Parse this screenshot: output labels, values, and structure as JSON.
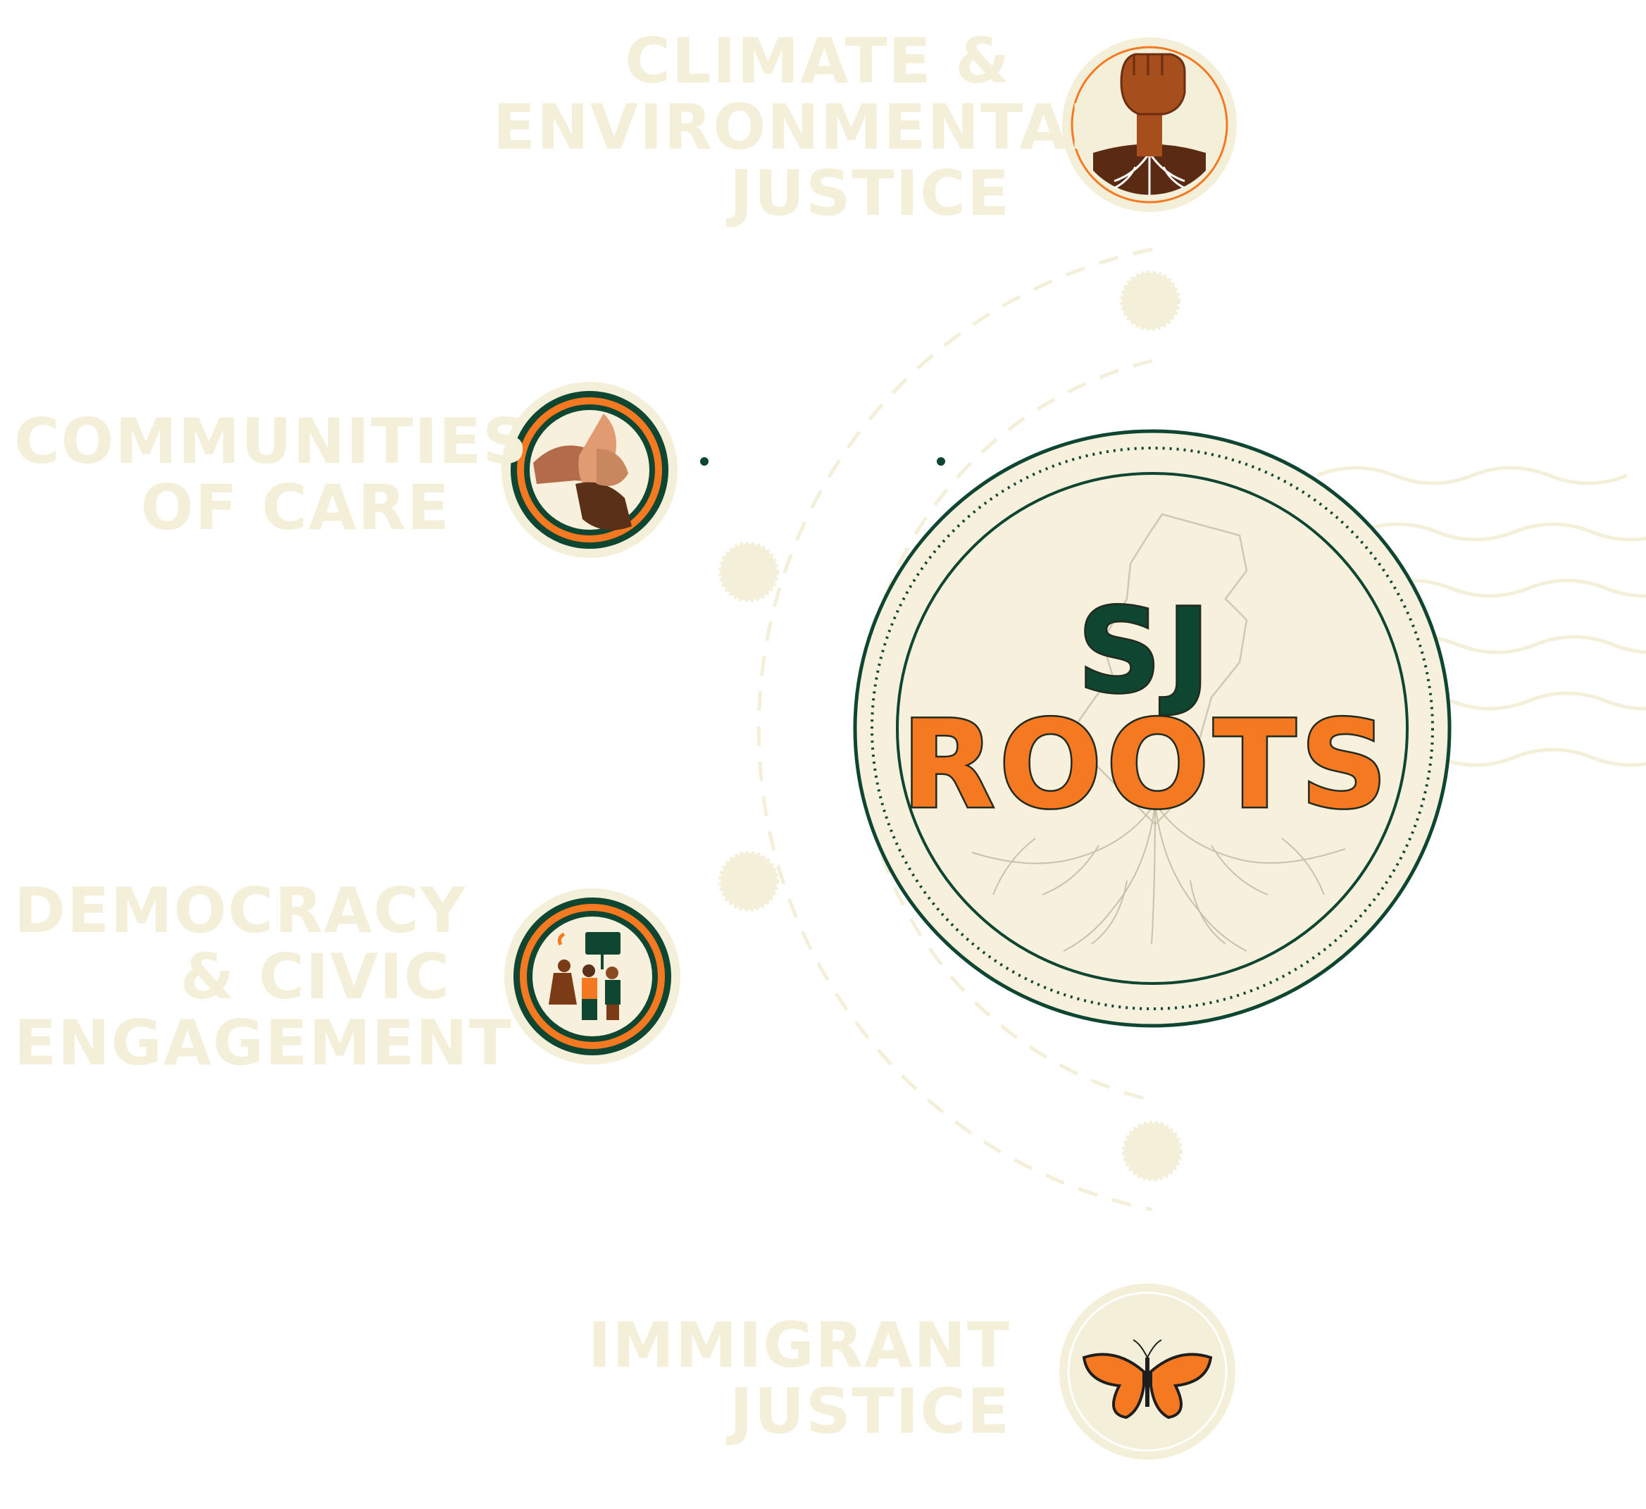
{
  "brand": {
    "line1": "SJ",
    "line2": "ROOTS"
  },
  "topics": {
    "climate": {
      "lines": [
        "CLIMATE &",
        "ENVIRONMENTAL",
        "JUSTICE"
      ],
      "icon": "raised-fist-roots-icon"
    },
    "care": {
      "lines": [
        "COMMUNITIES",
        "OF CARE"
      ],
      "icon": "clasped-hands-icon"
    },
    "democracy": {
      "lines": [
        "DEMOCRACY",
        "& CIVIC",
        "ENGAGEMENT"
      ],
      "icon": "protesters-icon"
    },
    "immigrant": {
      "lines": [
        "IMMIGRANT",
        "JUSTICE"
      ],
      "icon": "monarch-butterfly-icon"
    }
  },
  "colors": {
    "cream": "#f4efd9",
    "dark_green": "#0e4631",
    "orange": "#f47920",
    "brown": "#7a3b16"
  }
}
